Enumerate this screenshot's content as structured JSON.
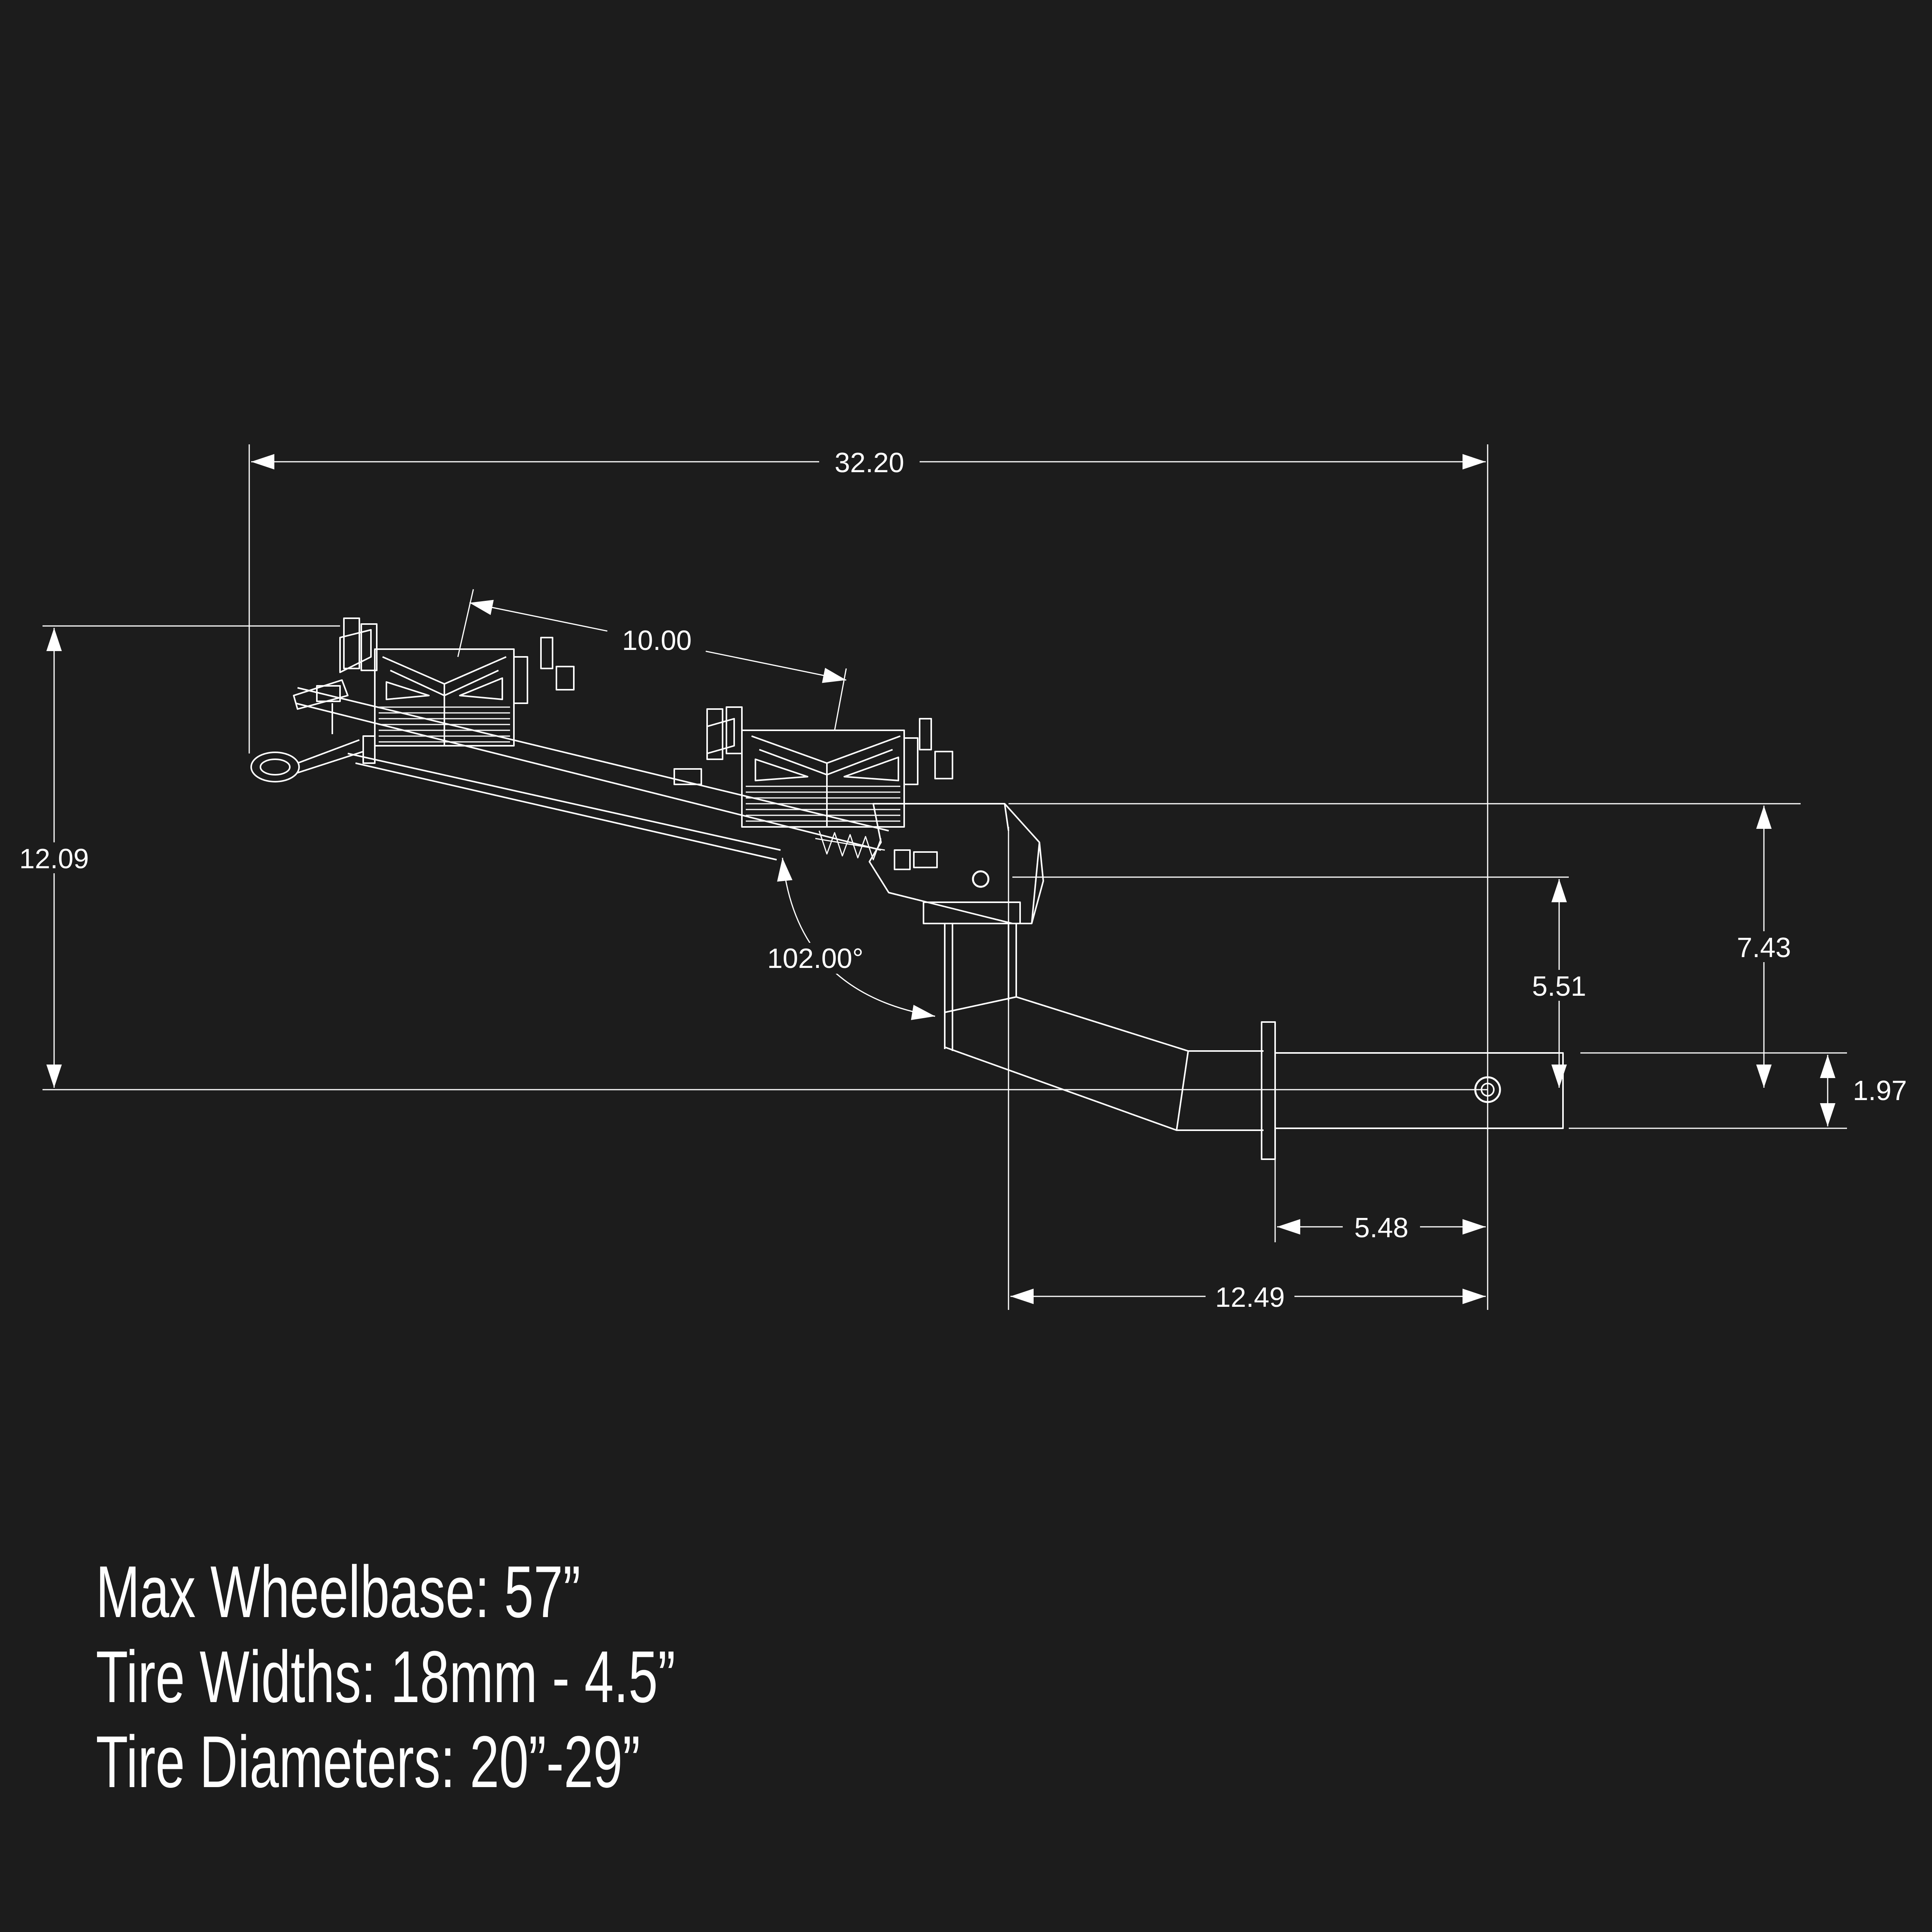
{
  "dimensions": {
    "overall_length": "32.20",
    "tray_spacing": "10.00",
    "overall_height": "12.09",
    "angle": "102.00°",
    "height_top_right": "7.43",
    "height_pivot": "5.51",
    "receiver_height": "1.97",
    "pin_to_flange": "5.48",
    "pin_to_mast": "12.49"
  },
  "specs": {
    "max_wheelbase": "Max Wheelbase: 57”",
    "tire_widths": "Tire Widths: 18mm - 4.5”",
    "tire_diameters": "Tire Diameters: 20”-29”"
  },
  "colors": {
    "background": "#1c1c1c",
    "line": "#ffffff"
  }
}
